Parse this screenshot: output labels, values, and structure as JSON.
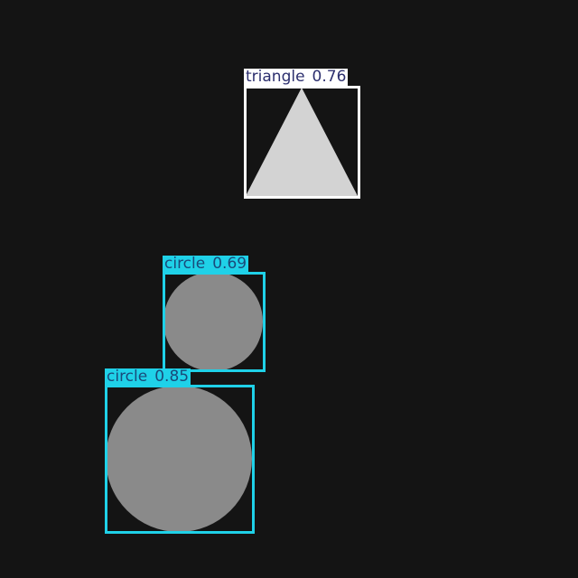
{
  "colors": {
    "background": "#141414",
    "triangle_class": "#ffffff",
    "triangle_label_text": "#2c2f6e",
    "circle_class": "#1fd1e8",
    "circle_label_text": "#1a4a7a",
    "triangle_fill": "#d3d3d3",
    "circle_fill": "#8a8a8a"
  },
  "detections": [
    {
      "class": "triangle",
      "confidence": "0.76"
    },
    {
      "class": "circle",
      "confidence": "0.69"
    },
    {
      "class": "circle",
      "confidence": "0.85"
    }
  ]
}
